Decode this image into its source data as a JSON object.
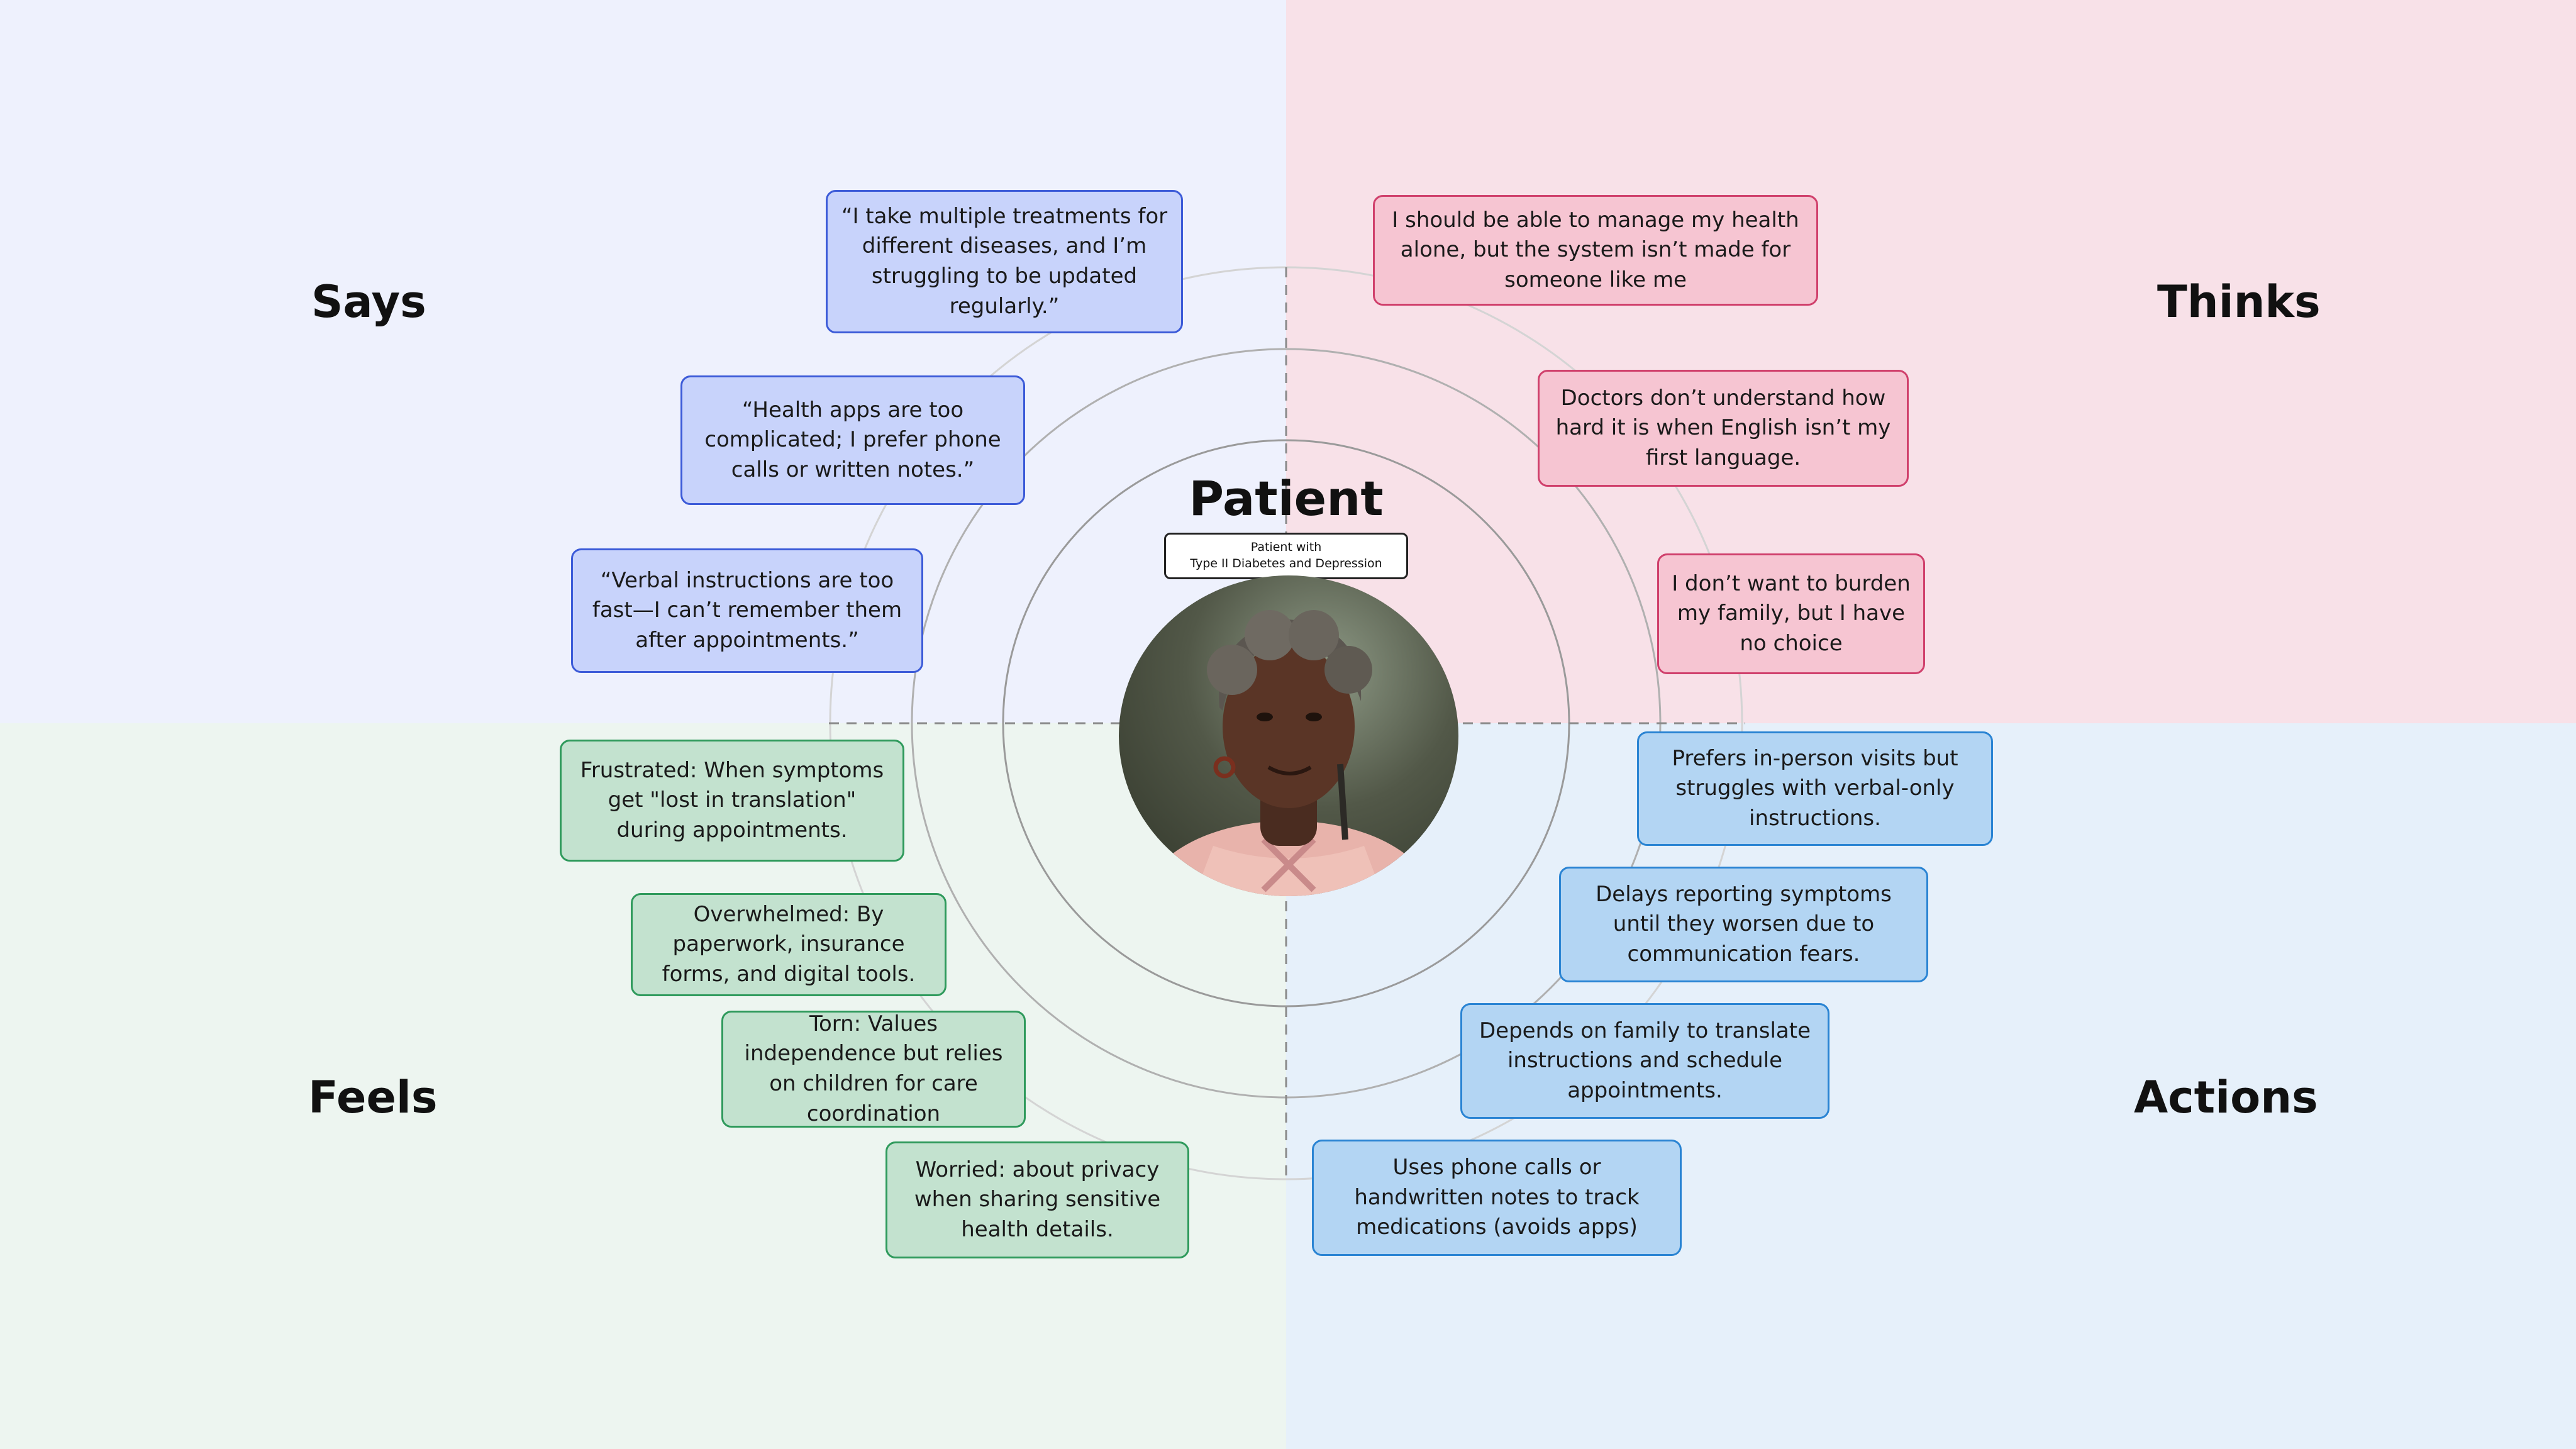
{
  "quadrants": {
    "says": {
      "heading": "Says"
    },
    "thinks": {
      "heading": "Thinks"
    },
    "feels": {
      "heading": "Feels"
    },
    "actions": {
      "heading": "Actions"
    }
  },
  "center": {
    "title": "Patient",
    "subtitle_line1": "Patient with",
    "subtitle_line2": "Type II Diabetes and Depression"
  },
  "says_notes": [
    "“I take multiple treatments for different diseases, and I’m struggling to be updated regularly.”",
    "“Health apps are too complicated; I prefer phone calls or written notes.”",
    "“Verbal instructions are too fast—I can’t remember them after appointments.”"
  ],
  "thinks_notes": [
    "I should be able to manage my health alone, but the system isn’t made for someone like me",
    "Doctors don’t understand how hard it is when English isn’t my first language.",
    "I don’t want to burden my family, but I have no choice"
  ],
  "feels_notes": [
    "Frustrated: When symptoms get \"lost in translation\" during appointments.",
    "Overwhelmed: By paperwork, insurance forms, and digital tools.",
    "Torn: Values independence but relies on children for care coordination",
    "Worried:  about privacy when sharing sensitive health details."
  ],
  "actions_notes": [
    "Prefers in-person visits but struggles with verbal-only instructions.",
    "Delays reporting symptoms until they worsen due to communication fears.",
    "Depends on family to translate instructions and schedule appointments.",
    "Uses phone calls or handwritten notes to track medications (avoids apps)"
  ],
  "colors": {
    "says_bg": "#eef1fd",
    "thinks_bg": "#f8e1e8",
    "feels_bg": "#edf5f0",
    "actions_bg": "#e6f0fa",
    "says_note": "#c8d3fb",
    "thinks_note": "#f6c5d2",
    "feels_note": "#c3e2cf",
    "actions_note": "#b3d5f3"
  }
}
